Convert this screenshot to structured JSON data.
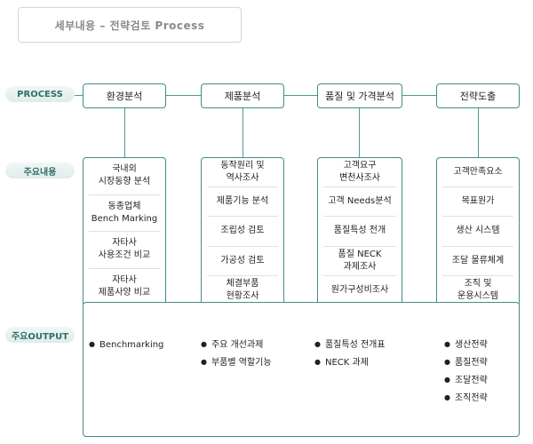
{
  "header": {
    "title": "세부내용 – 전략검토 Process"
  },
  "lanes": {
    "process": "PROCESS",
    "content": "주요내용",
    "output": "주요OUTPUT"
  },
  "columns": [
    {
      "process": "환경분석",
      "items": [
        "국내외\n시장동향 분석",
        "동종업체\nBench Marking",
        "자타사\n사용조건 비교",
        "자타사\n제품사양 비교"
      ]
    },
    {
      "process": "제품분석",
      "items": [
        "동작원리 및\n역사조사",
        "제품기능 분석",
        "조립성 검토",
        "가공성 검토",
        "체결부품\n현황조사"
      ]
    },
    {
      "process": "품질 및 가격분석",
      "items": [
        "고객요구\n변천사조사",
        "고객 Needs분석",
        "품질특성 전개",
        "품질 NECK\n과제조사",
        "원가구성비조사"
      ]
    },
    {
      "process": "전략도출",
      "items": [
        "고객만족요소",
        "목표원가",
        "생산 시스템",
        "조달 물류체계",
        "조직 및\n운용시스템"
      ]
    }
  ],
  "outputs": [
    [
      "Benchmarking"
    ],
    [
      "주요 개선과제",
      "부품별 역할기능"
    ],
    [
      "품질특성 전개표",
      "NECK 과제"
    ],
    [
      "생산전략",
      "품질전략",
      "조달전략",
      "조직전략"
    ]
  ],
  "colors": {
    "accent": "#3f8f87",
    "lane_text": "#2f6f69",
    "title_text": "#8a8a8a"
  }
}
